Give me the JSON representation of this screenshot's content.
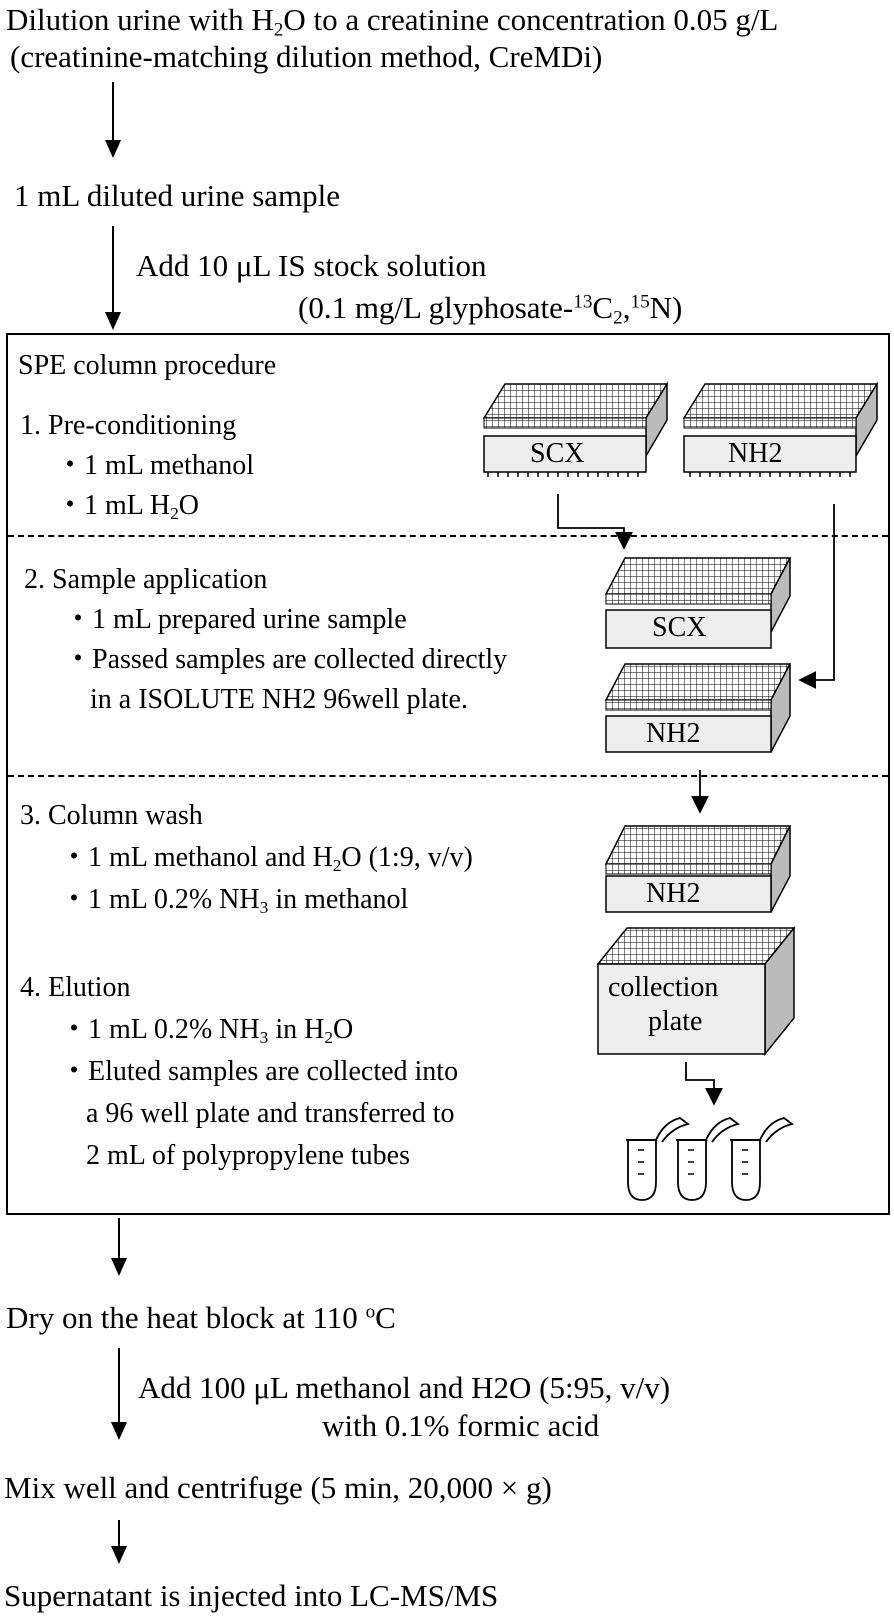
{
  "top": {
    "line1_a": "Dilution urine with H",
    "line1_sub": "2",
    "line1_b": "O to a creatinine concentration 0.05 g/L",
    "line2": "(creatinine-matching dilution method, CreMDi)"
  },
  "sample": "1 mL diluted urine sample",
  "add_is": {
    "line1": "Add 10 μL IS stock solution",
    "line2_a": "(0.1 mg/L glyphosate-",
    "sup13": "13",
    "c": "C",
    "sub2": "2",
    "comma": ",",
    "sup15": "15",
    "line2_b": "N)"
  },
  "spe": {
    "title": "SPE column procedure",
    "step1": {
      "heading": "1. Pre-conditioning",
      "b1": "・1 mL methanol",
      "b2_a": "・1 mL H",
      "b2_sub": "2",
      "b2_b": "O"
    },
    "step2": {
      "heading": "2. Sample application",
      "b1": "・1 mL prepared urine sample",
      "b2": "・Passed samples are collected directly",
      "b2_cont": "in a ISOLUTE NH2 96well plate."
    },
    "step3": {
      "heading": "3. Column wash",
      "b1_a": "・1 mL methanol and H",
      "b1_sub": "2",
      "b1_b": "O (1:9, v/v)",
      "b2_a": "・1 mL 0.2% NH",
      "b2_sub": "3",
      "b2_b": " in methanol"
    },
    "step4": {
      "heading": "4. Elution",
      "b1_a": "・1 mL 0.2% NH",
      "b1_sub": "3",
      "b1_b": " in H",
      "b1_sub2": "2",
      "b1_c": "O",
      "b2": "・Eluted samples are collected into",
      "b2_cont1": "a 96 well plate and transferred to",
      "b2_cont2": "2 mL of polypropylene tubes"
    },
    "plates": {
      "scx": "SCX",
      "nh2": "NH2",
      "collection1": "collection",
      "collection2": "plate"
    }
  },
  "dry": {
    "a": "Dry on the heat block at 110 ",
    "sup": "o",
    "b": "C"
  },
  "add_methanol": {
    "line1": "Add 100 μL methanol and H2O (5:95, v/v)",
    "line2": "with 0.1% formic acid"
  },
  "mix": "Mix well and centrifuge (5 min, 20,000 × g)",
  "final": "Supernatant is injected into LC-MS/MS"
}
